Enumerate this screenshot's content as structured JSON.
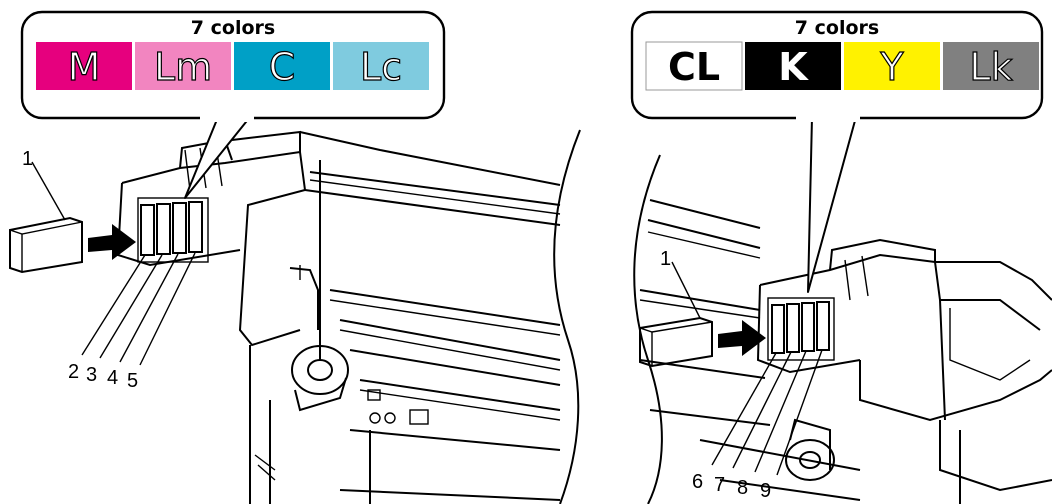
{
  "callouts": [
    {
      "title": "7 colors",
      "swatches": [
        {
          "label": "M",
          "color": "#e6007e",
          "text_style": "outline"
        },
        {
          "label": "Lm",
          "color": "#f285c0",
          "text_style": "outline"
        },
        {
          "label": "C",
          "color": "#00a0c6",
          "text_style": "outline"
        },
        {
          "label": "Lc",
          "color": "#7fcbdf",
          "text_style": "outline"
        }
      ]
    },
    {
      "title": "7 colors",
      "swatches": [
        {
          "label": "CL",
          "color": "#ffffff",
          "text_style": "solid",
          "text_color": "#000000"
        },
        {
          "label": "K",
          "color": "#000000",
          "text_style": "solid",
          "text_color": "#ffffff"
        },
        {
          "label": "Y",
          "color": "#fff200",
          "text_style": "outline"
        },
        {
          "label": "Lk",
          "color": "#808080",
          "text_style": "outline"
        }
      ]
    }
  ],
  "labels": {
    "left_cartridge": "1",
    "left_slots": [
      "2",
      "3",
      "4",
      "5"
    ],
    "right_cartridge": "1",
    "right_slots": [
      "6",
      "7",
      "8",
      "9"
    ]
  }
}
